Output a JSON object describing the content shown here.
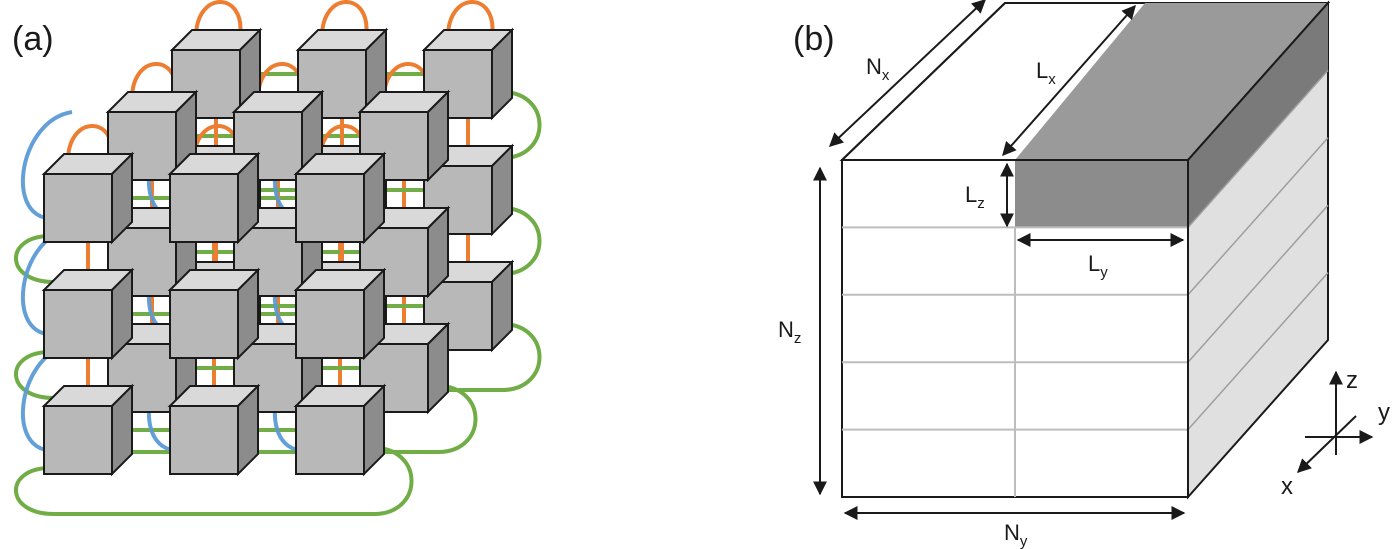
{
  "panels": {
    "a": {
      "label": "(a)"
    },
    "b": {
      "label": "(b)",
      "dims": {
        "Nx": {
          "main": "N",
          "sub": "x"
        },
        "Ny": {
          "main": "N",
          "sub": "y"
        },
        "Nz": {
          "main": "N",
          "sub": "z"
        },
        "Lx": {
          "main": "L",
          "sub": "x"
        },
        "Ly": {
          "main": "L",
          "sub": "y"
        },
        "Lz": {
          "main": "L",
          "sub": "z"
        }
      },
      "axes": {
        "z": "z",
        "y": "y",
        "x": "x"
      }
    }
  },
  "colors": {
    "x_links": "#5b9bd5",
    "z_links": "#ed7d31",
    "y_links": "#70ad47",
    "cube_front": "#b8b8b8",
    "cube_top": "#d9d9d9",
    "cube_side": "#8c8c8c",
    "block_top": "#9a9a9a",
    "block_side": "#7a7a7a",
    "block_front": "#8c8c8c",
    "box_side": "#e0e0e0"
  },
  "lattice": {
    "nx": 3,
    "ny": 3,
    "nz": 3
  },
  "box_partition": {
    "front_columns": 2,
    "front_rows": 5,
    "side_rows": 5
  }
}
